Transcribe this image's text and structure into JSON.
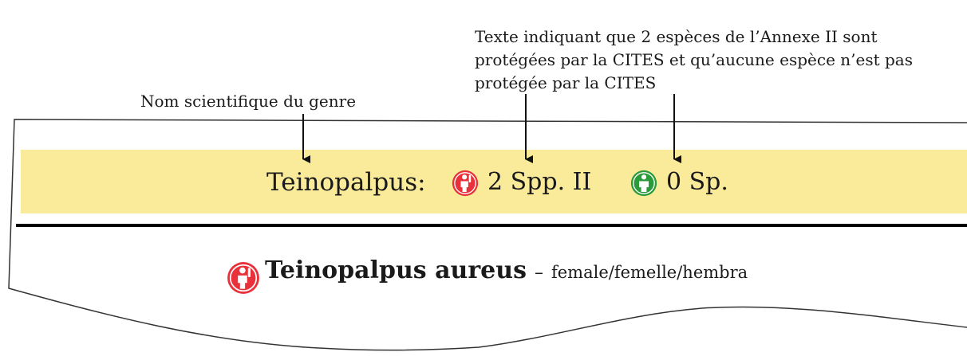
{
  "annotations": {
    "genus_label": "Nom scientifique du genre",
    "cites_label": "Texte indiquant que 2 espèces de l’Annexe II sont protégées par la CITES et qu’aucune espèce n’est pas protégée par la CITES"
  },
  "header": {
    "genus": "Teinopalpus:",
    "protected_count": "2 Spp. II",
    "unprotected_count": "0 Sp.",
    "band_color": "#f9eb9a"
  },
  "species": {
    "name": "Teinopalpus aureus",
    "separator": "–",
    "sex": "female/femelle/hembra"
  },
  "icons": {
    "protected": "person-hand-raised-icon",
    "unprotected": "person-icon",
    "protected_color": "#e8313a",
    "unprotected_color": "#2a9a3a"
  }
}
